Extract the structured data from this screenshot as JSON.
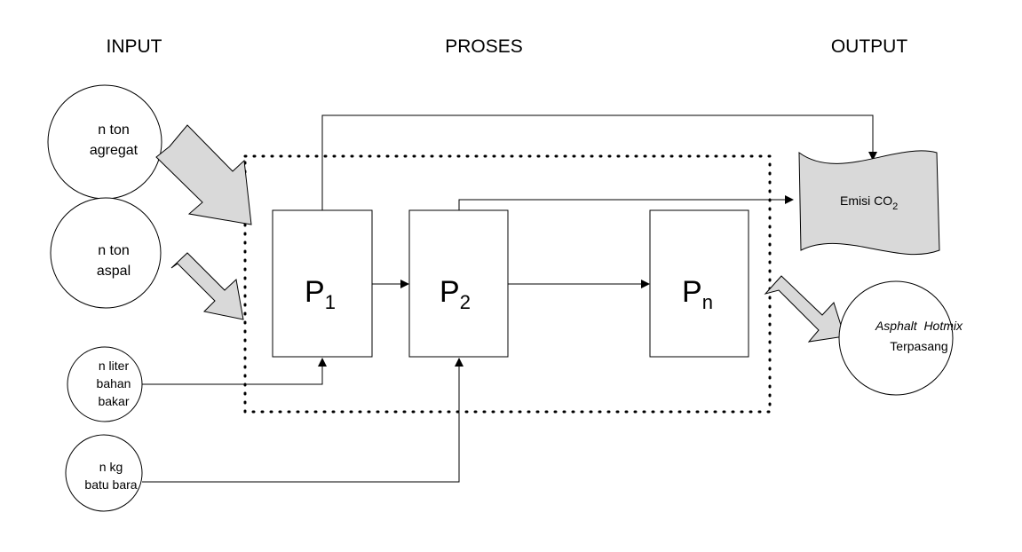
{
  "headers": {
    "input": "INPUT",
    "process": "PROSES",
    "output": "OUTPUT"
  },
  "inputs": {
    "aggregate": {
      "line1": "n ton",
      "line2": "agregat"
    },
    "asphalt": {
      "line1": "n ton",
      "line2": "aspal"
    },
    "fuel": {
      "line1": "n liter",
      "line2": "bahan",
      "line3": "bakar"
    },
    "coal": {
      "line1": "n kg",
      "line2": "batu bara"
    }
  },
  "processes": {
    "p1": {
      "letter": "P",
      "sub": "1"
    },
    "p2": {
      "letter": "P",
      "sub": "2"
    },
    "pn": {
      "letter": "P",
      "sub": "n"
    }
  },
  "outputs": {
    "emission": {
      "text": "Emisi CO",
      "sub": "2"
    },
    "product": {
      "line1": "Asphalt  Hotmix",
      "line2": "Terpasang"
    }
  },
  "colors": {
    "stroke": "#000000",
    "fill_gray": "#d9d9d9",
    "background": "#ffffff"
  }
}
